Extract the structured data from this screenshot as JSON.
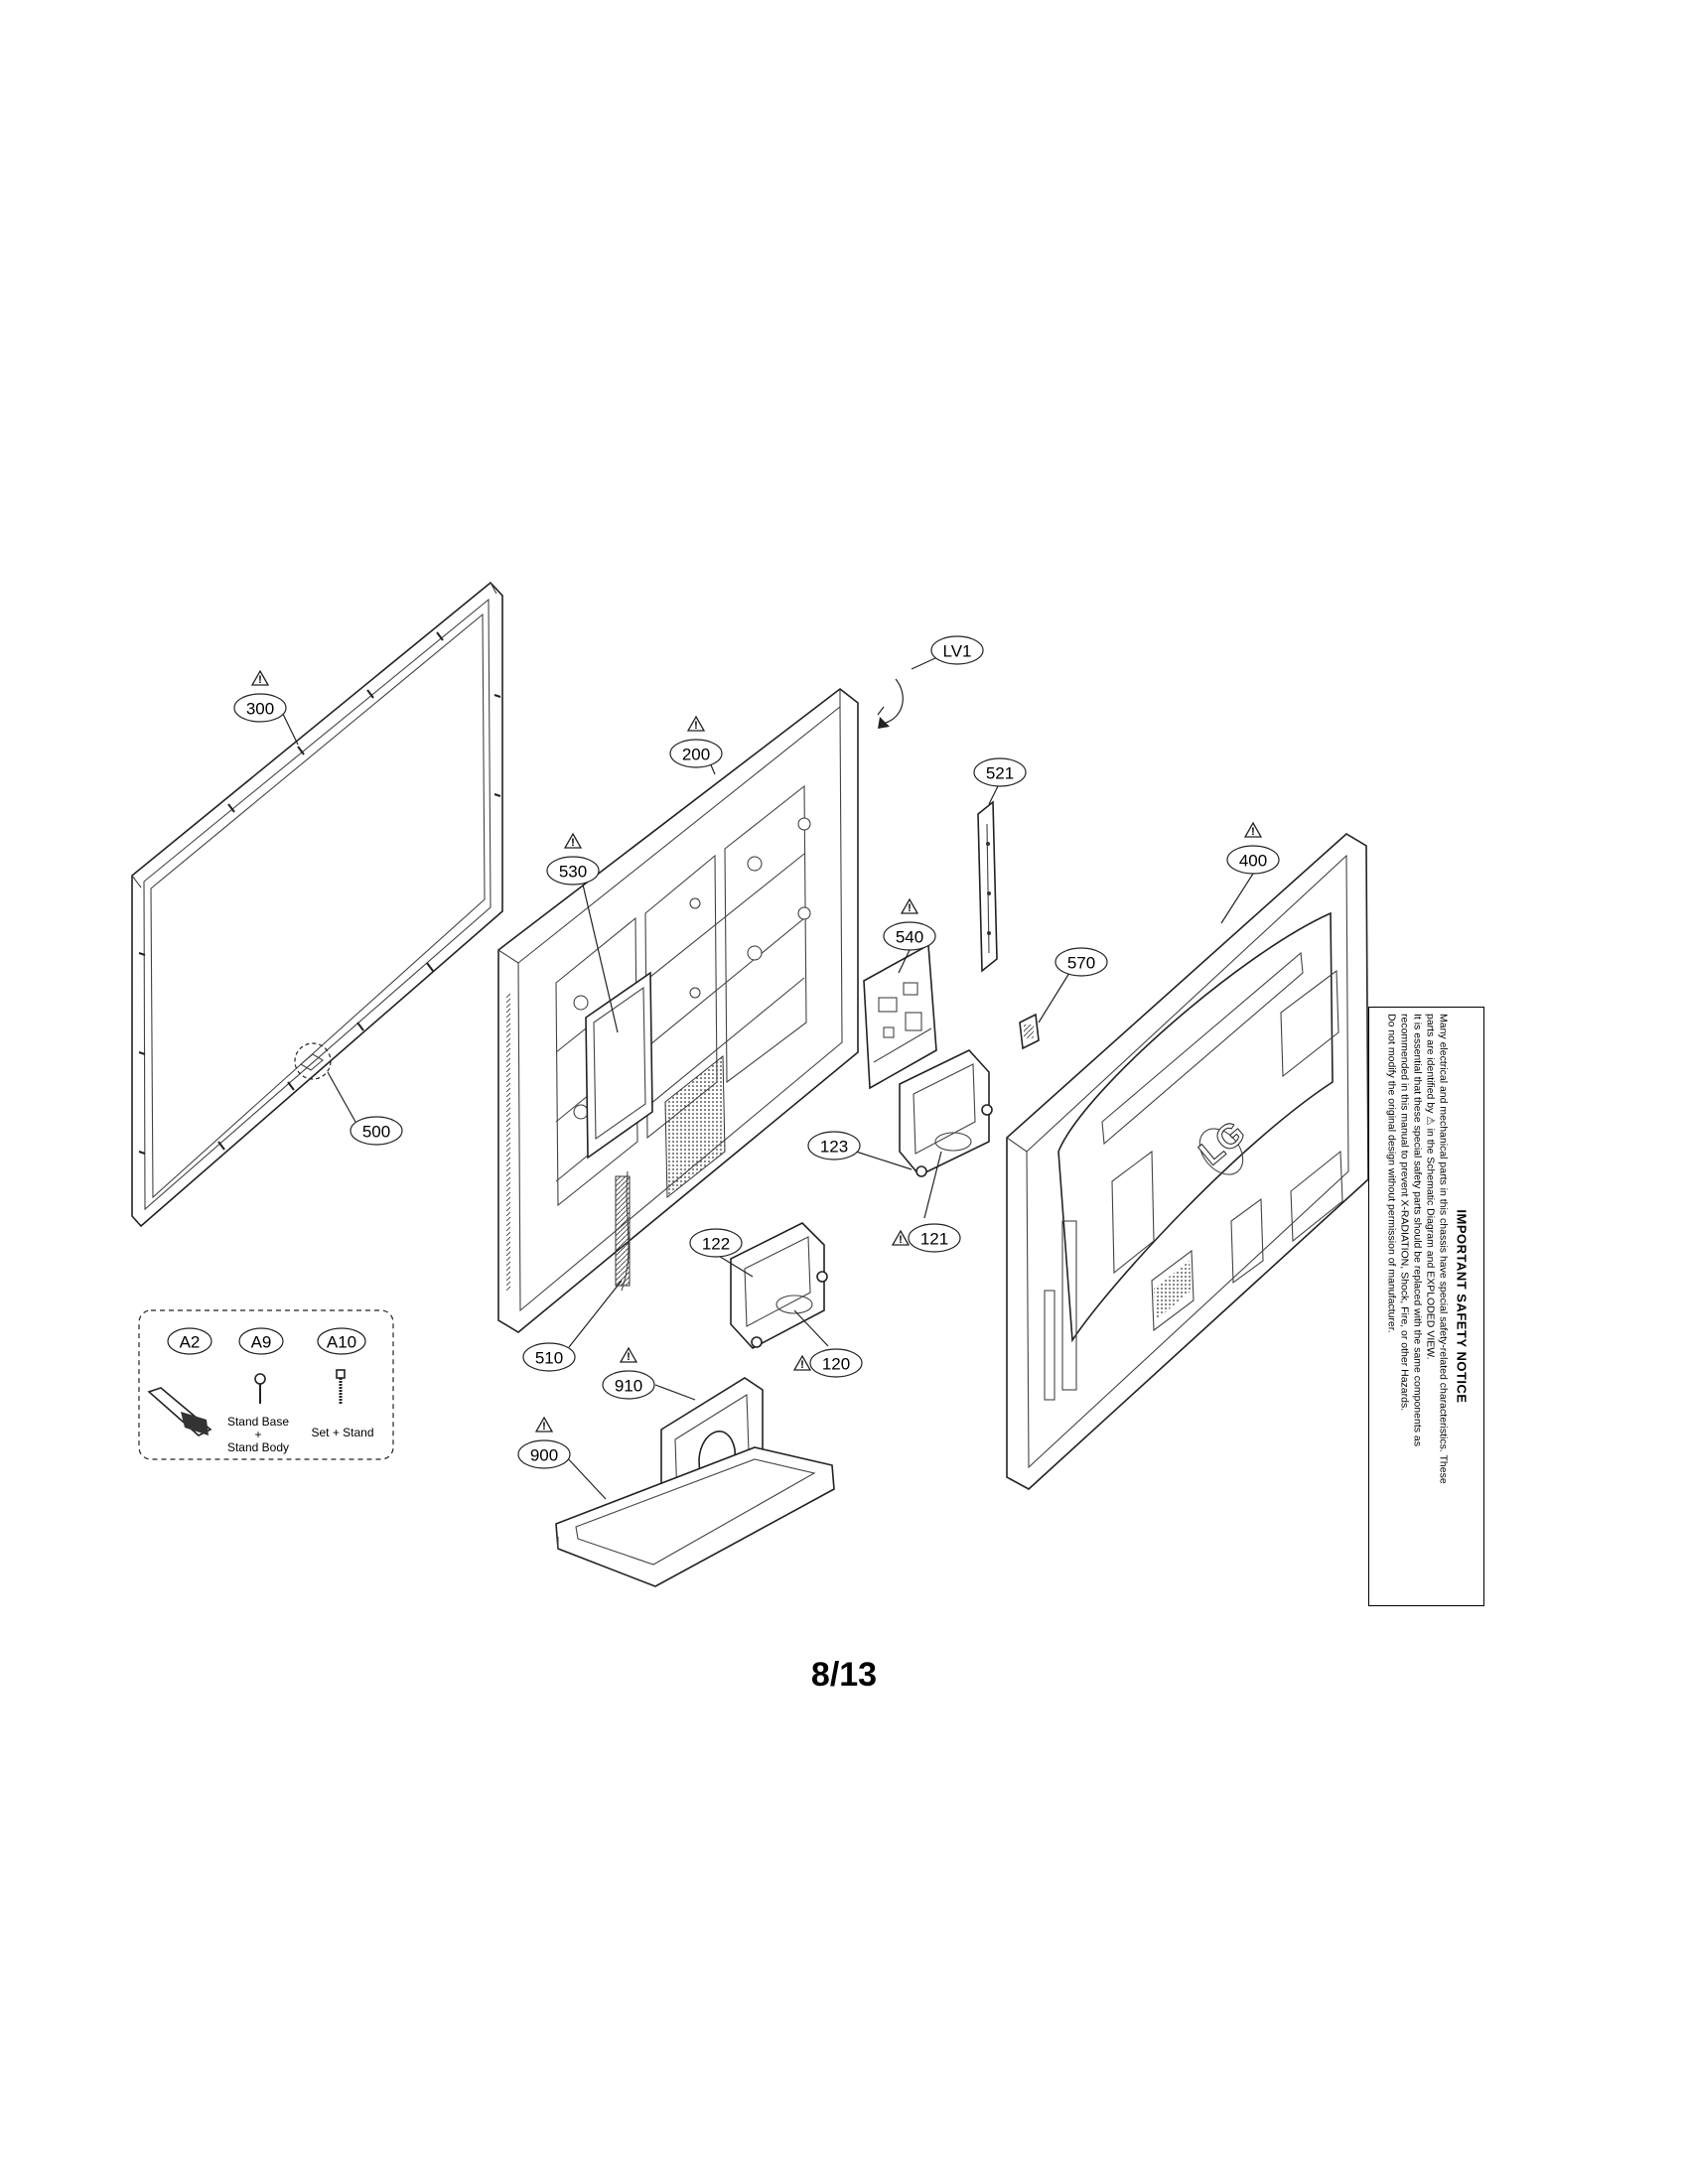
{
  "callouts": {
    "c300": "300",
    "c200": "200",
    "cLV1": "LV1",
    "c521": "521",
    "c400": "400",
    "c530": "530",
    "c540": "540",
    "c570": "570",
    "c500": "500",
    "c123": "123",
    "c121": "121",
    "c122": "122",
    "c510": "510",
    "c120": "120",
    "c910": "910",
    "c900": "900",
    "cA2": "A2",
    "cA9": "A9",
    "cA10": "A10"
  },
  "warning_symbol": "!",
  "hardware": {
    "a9_label_line1": "Stand Base",
    "a9_label_line2": "+",
    "a9_label_line3": "Stand Body",
    "a10_label": "Set + Stand"
  },
  "logo_text": "LG",
  "notice": {
    "title": "IMPORTANT SAFETY NOTICE",
    "line1": "Many electrical and mechanical parts in this chassis have special safety-related characteristics. These",
    "line2": "parts are identified by ⚠ in the Schematic Diagram and EXPLODED VIEW.",
    "line3": "It is essential that these special safety parts should be replaced with the same components as",
    "line4": "recommended in this manual to prevent X-RADIATION, Shock, Fire, or other Hazards.",
    "line5": "Do not modify the original design without permission of manufacturer."
  },
  "page_number": "8/13"
}
